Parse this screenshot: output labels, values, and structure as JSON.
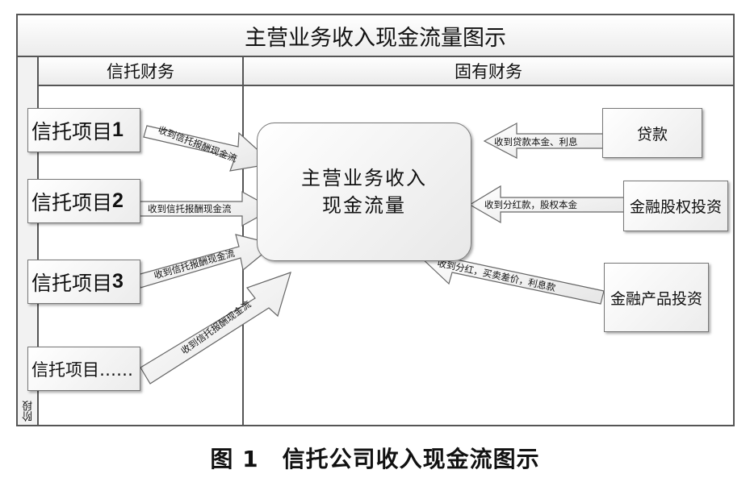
{
  "title": "主营业务收入现金流量图示",
  "phase_label": "阶段",
  "lanes": {
    "trust": "信托财务",
    "own": "固有财务"
  },
  "projects": [
    {
      "label": "信托项目",
      "num": "1"
    },
    {
      "label": "信托项目",
      "num": "2"
    },
    {
      "label": "信托项目",
      "num": "3"
    },
    {
      "label": "信托项目……",
      "num": ""
    }
  ],
  "center": {
    "line1": "主营业务收入",
    "line2": "现金流量"
  },
  "sources": {
    "loan": "贷款",
    "equity": "金融股权投资",
    "product": "金融产品投资"
  },
  "arrows": {
    "p1": "收到信托报酬现金流",
    "p2": "收到信托报酬现金流",
    "p3": "收到信托报酬现金流",
    "p4": "收到信托报酬现金流",
    "loan": "收到贷款本金、利息",
    "equity": "收到分红款，股权本金",
    "product": "收到分红，买卖差价，利息款"
  },
  "caption": "图 1　信托公司收入现金流图示"
}
